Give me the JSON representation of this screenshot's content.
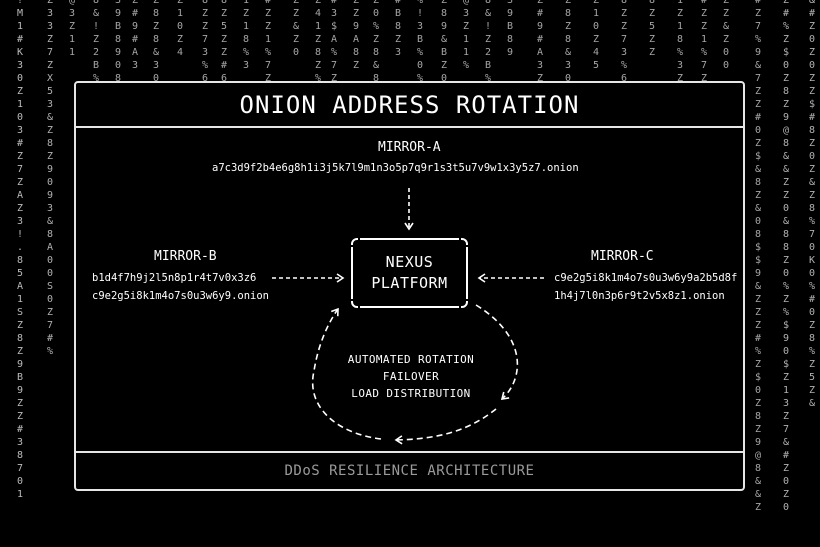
{
  "title": "ONION ADDRESS ROTATION",
  "footer": "DDoS RESILIENCE ARCHITECTURE",
  "hub": {
    "line1": "NEXUS",
    "line2": "PLATFORM"
  },
  "mirrors": {
    "a": {
      "name": "MIRROR-A",
      "addr1": "a7c3d9f2b4e6g8h1i3j5k7l9m1n3o5p7q9r1s3t5u7v9w1x3y5z7.onion"
    },
    "b": {
      "name": "MIRROR-B",
      "addr1": "b1d4f7h9j2l5n8p1r4t7v0x3z6",
      "addr2": "c9e2g5i8k1m4o7s0u3w6y9.onion"
    },
    "c": {
      "name": "MIRROR-C",
      "addr1": "c9e2g5i8k1m4o7s0u3w6y9a2b5d8f",
      "addr2": "1h4j7l0n3p6r9t2v5x8z1.onion"
    }
  },
  "cycle": [
    "AUTOMATED ROTATION",
    "FAILOVER",
    "LOAD DISTRIBUTION"
  ],
  "colors": {
    "background": "#000000",
    "stroke": "#ffffff",
    "footer_text": "#9a9a9a",
    "rain": "#cfcfcf"
  },
  "rain_left": [
    "!M1#K30Z103#Z7ZAZ3!.85A1SZ8Z9B9ZZ#38701",
    "Z33Z7ZX53&Z8Z9093&8A00S0Z7#%",
    "@3Z11%89009&ZZ0088&Z05#6Z",
    "8&!Z2B%Z&77#Z%1086Z5Z#%4#Z",
    "39B89",
    "Z#9#A3Z#",
    "Z8Z8&30%&%",
    "Z10Z45%1Z&",
    "8ZZ73%6&7",
    "8Z5ZZ#6Z31",
    "1Z18%3Z",
    "#ZZ1%7Z00",
    "ZZ&Z00#Z",
    "Z41Z8Z%9Z",
    "#3$A%7",
    "ZZ9A8Z",
    "Z0%Z8&87",
    "#B8Z3Z3",
    "%!3B%0%B",
    "Z89&B"
  ],
  "rain_right": [
    "#Z7%9&7Z",
    "Z#0Z$&8Z&",
    "08$$9&ZZ",
    "Z#%Z$0Z8",
    "Z9@8&&Z",
    "Z0&88Z",
    "0%Z%$9",
    "0$Z13Z7",
    "&#Z0Z0",
    "ZZ$#8",
    "Z0Z&Z8%",
    "70K0%#0Z8%",
    "Z5Z&Z3%#8",
    "%8Z69&Z0@",
    "3%&!0Z07#",
    "K3%3#4#Z1",
    "9A1Z#3%8Z",
    "Z0%Z8%Z8"
  ]
}
